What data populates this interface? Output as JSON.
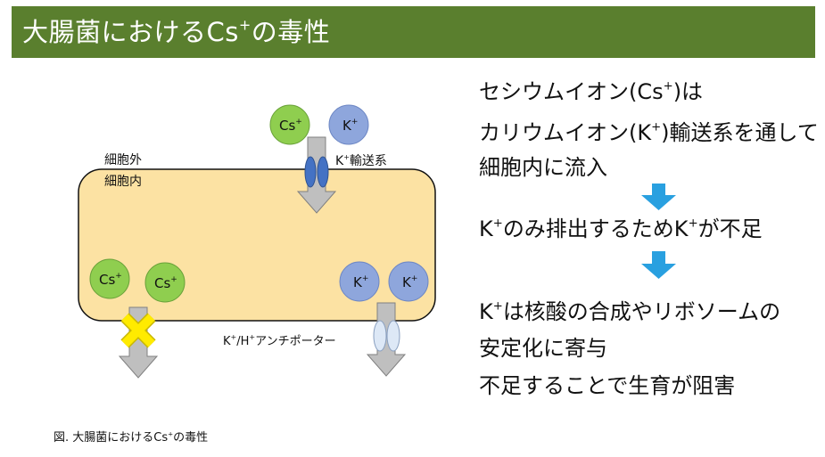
{
  "header": {
    "title_pre": "大腸菌におけるCs",
    "title_sup": "+",
    "title_post": "の毒性"
  },
  "diagram": {
    "outside_label": "細胞外",
    "inside_label": "細胞内",
    "ions": {
      "cs_main": "Cs",
      "k_main": "K",
      "sup": "+"
    },
    "k_transport_label": "輸送系",
    "antiporter_label": "/H",
    "antiporter_label_tail": "アンチポーター",
    "colors": {
      "header": "#5a7f2e",
      "cell": "#fce2a3",
      "cs_ion": "#8fce4f",
      "k_ion": "#8ea6dc",
      "channel": "#4472c4",
      "arrow": "#bfbfbf",
      "blue_arrow": "#29a0e0",
      "cross": "#ffeb00"
    },
    "icons": [
      "down-arrow-icon",
      "cross-mark-icon",
      "blue-down-arrow-icon"
    ]
  },
  "explanation": {
    "line1_pre": "セシウムイオン(Cs",
    "line1_sup": "+",
    "line1_post": ")は",
    "line2_pre": "カリウムイオン(K",
    "line2_sup": "+",
    "line2_post": ")輸送系を通して",
    "line3": "細胞内に流入",
    "line4_pre": "K",
    "line4_sup": "+",
    "line4_mid": "のみ排出するためK",
    "line4_sup2": "+",
    "line4_post": "が不足",
    "line5_pre": "K",
    "line5_sup": "+",
    "line5_post": "は核酸の合成やリボソームの",
    "line6": "安定化に寄与",
    "line7": "不足することで生育が阻害"
  },
  "caption": {
    "pre": "図. 大腸菌におけるCs",
    "sup": "+",
    "post": "の毒性"
  }
}
